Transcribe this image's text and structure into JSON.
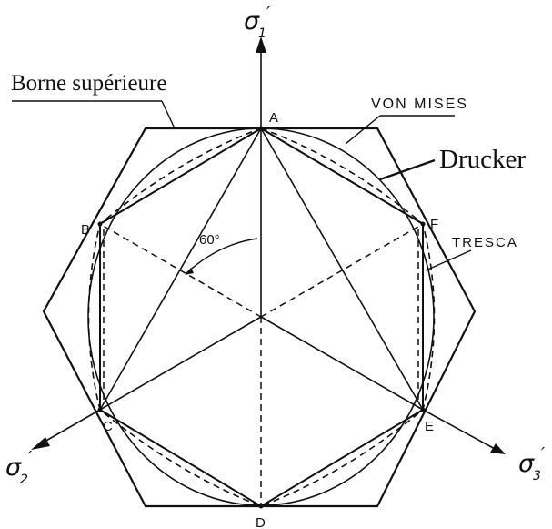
{
  "labels": {
    "borne_superieure": "Borne supérieure",
    "von_mises": "VON MISES",
    "drucker": "Drucker",
    "tresca": "TRESCA",
    "angle": "60°"
  },
  "axes": {
    "sigma1": {
      "symbol": "σ",
      "sub": "1",
      "prime": "′"
    },
    "sigma2": {
      "symbol": "σ",
      "sub": "2",
      "prime": "′"
    },
    "sigma3": {
      "symbol": "σ",
      "sub": "3",
      "prime": "′"
    }
  },
  "vertices": {
    "A": "A",
    "B": "B",
    "C": "C",
    "D": "D",
    "E": "E",
    "F": "F"
  },
  "colors": {
    "ink": "#111111",
    "paper": "#ffffff"
  }
}
